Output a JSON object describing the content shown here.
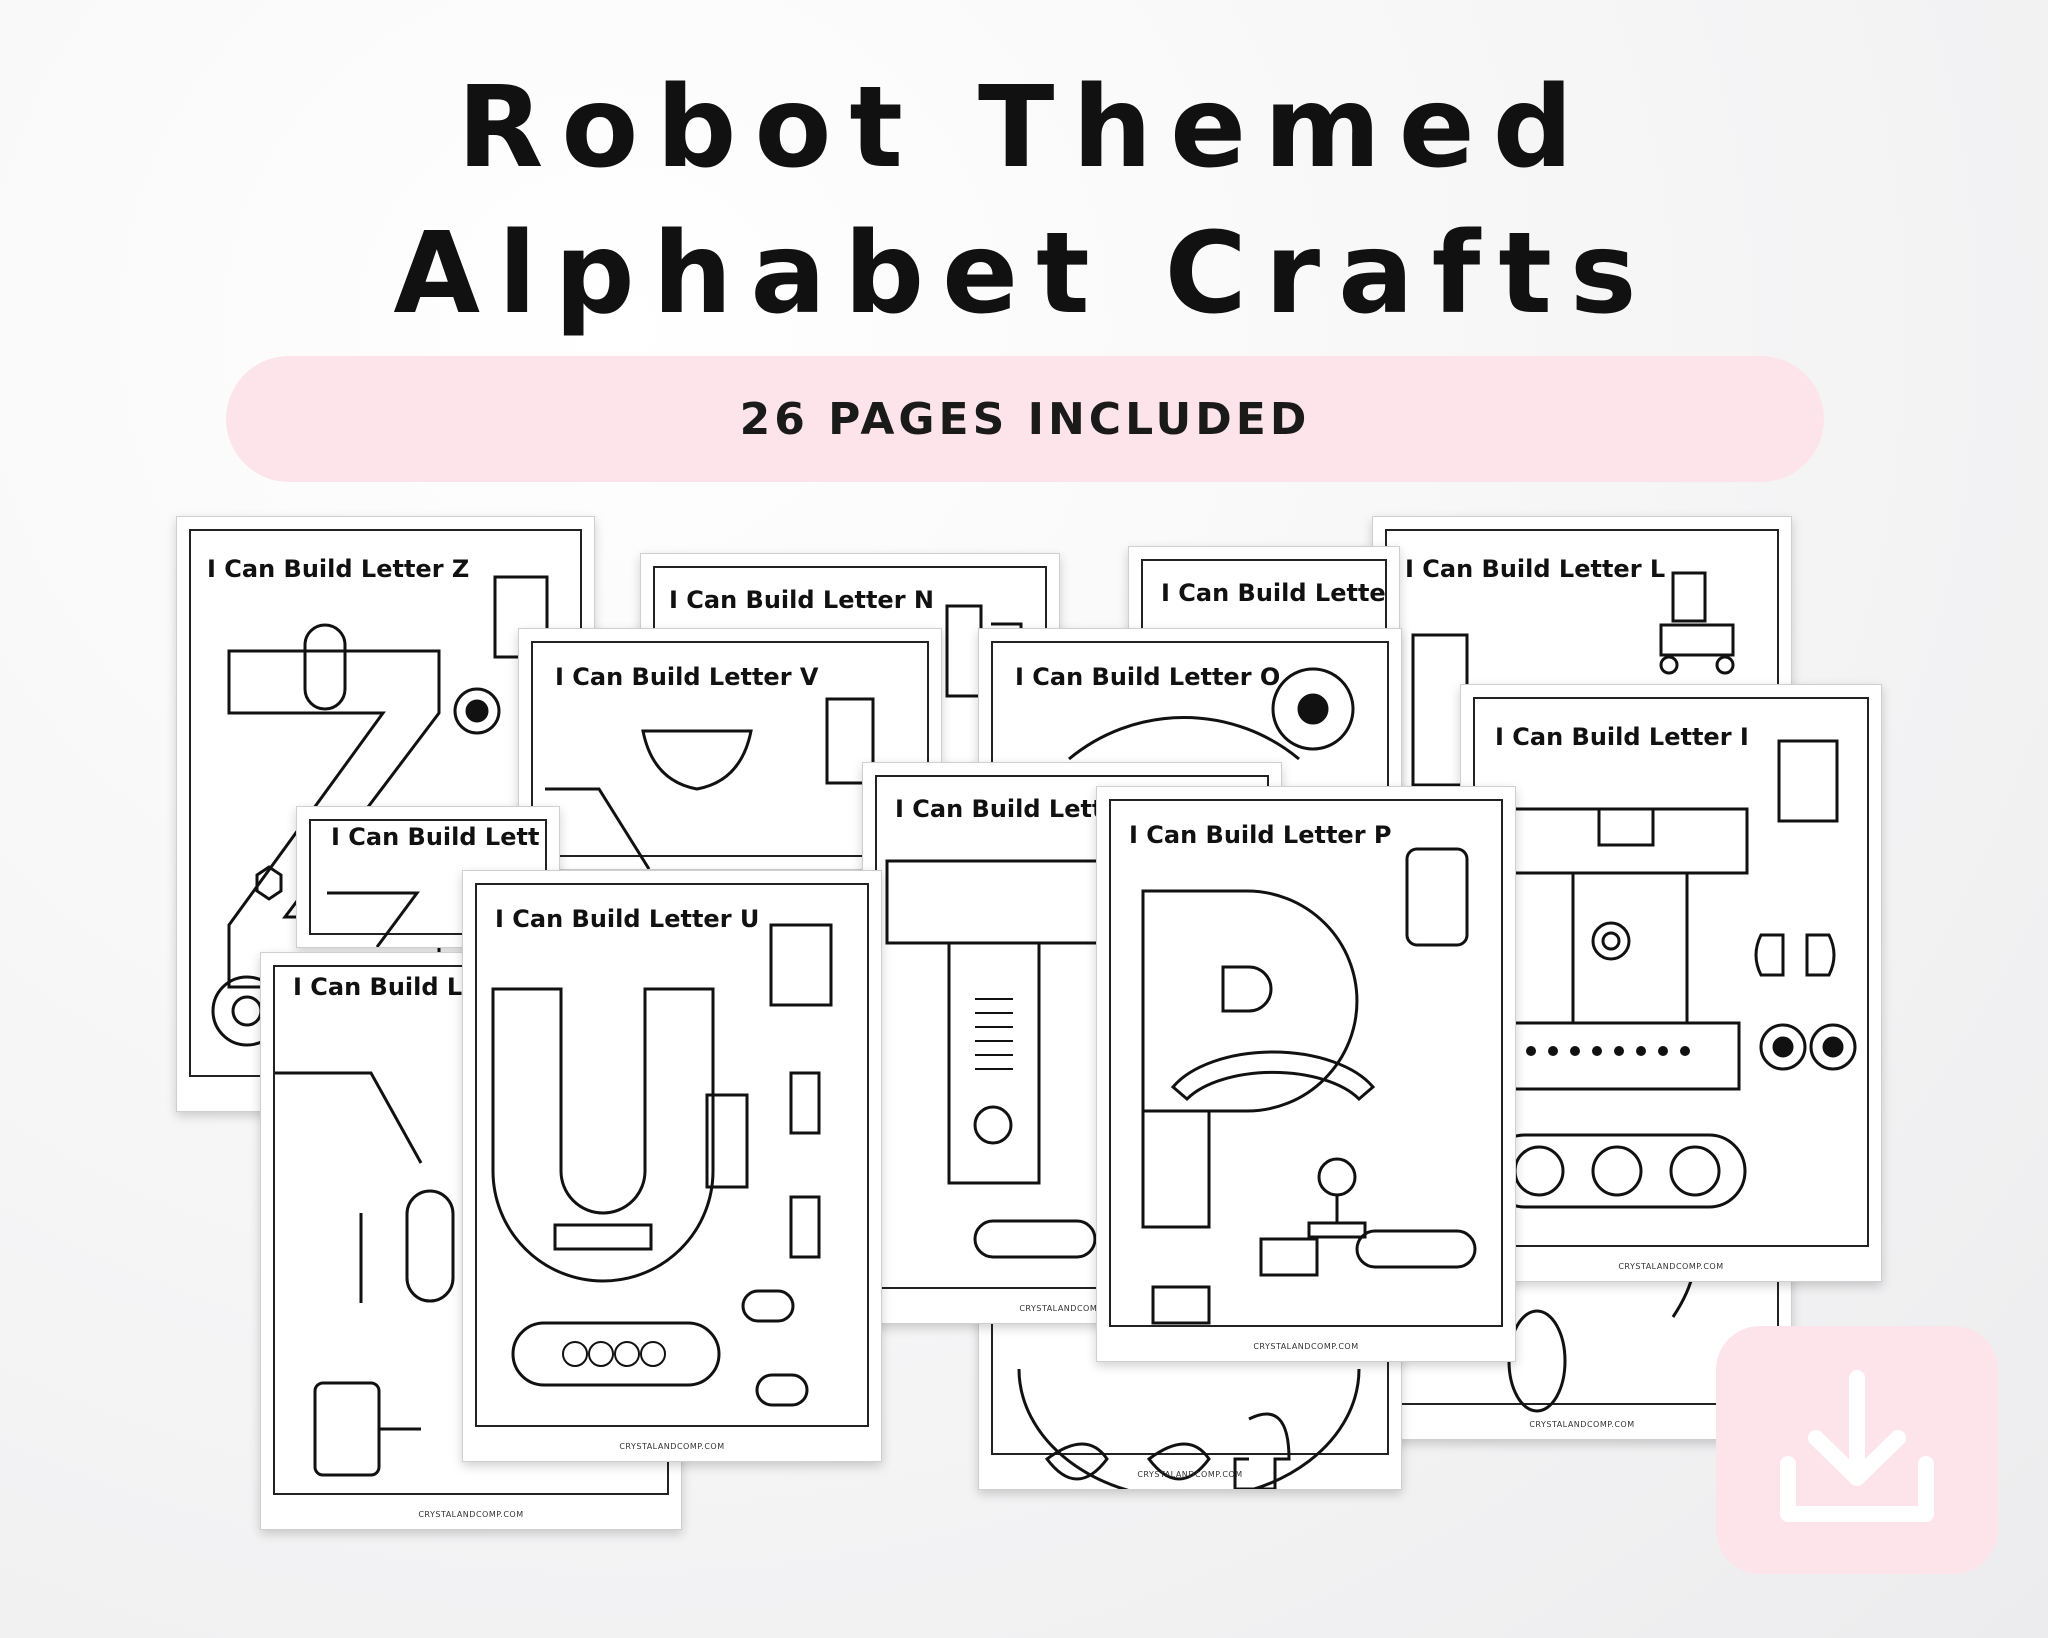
{
  "title": {
    "line1": "Robot Themed",
    "line2": "Alphabet Crafts"
  },
  "banner": {
    "label": "26 PAGES INCLUDED"
  },
  "pages": {
    "z": {
      "title": "I Can Build Letter Z"
    },
    "n": {
      "title": "I Can Build Letter N"
    },
    "back": {
      "title": "I Can Build Lette"
    },
    "l": {
      "title": "I Can Build Letter L"
    },
    "v": {
      "title": "I Can Build Letter V"
    },
    "o": {
      "title": "I Can Build Letter O"
    },
    "x": {
      "title": "I Can Build Lett"
    },
    "i": {
      "title": "I Can Build Letter I"
    },
    "t": {
      "title": "I Can Build Lette"
    },
    "y": {
      "title": "I Can Build Le"
    },
    "u": {
      "title": "I Can Build Letter U"
    },
    "p": {
      "title": "I Can Build Letter P"
    }
  },
  "footer_text": "CRYSTALANDCOMP.COM",
  "download": {
    "icon": "download-icon"
  },
  "colors": {
    "pink": "#fce4ea",
    "ink": "#111111"
  }
}
